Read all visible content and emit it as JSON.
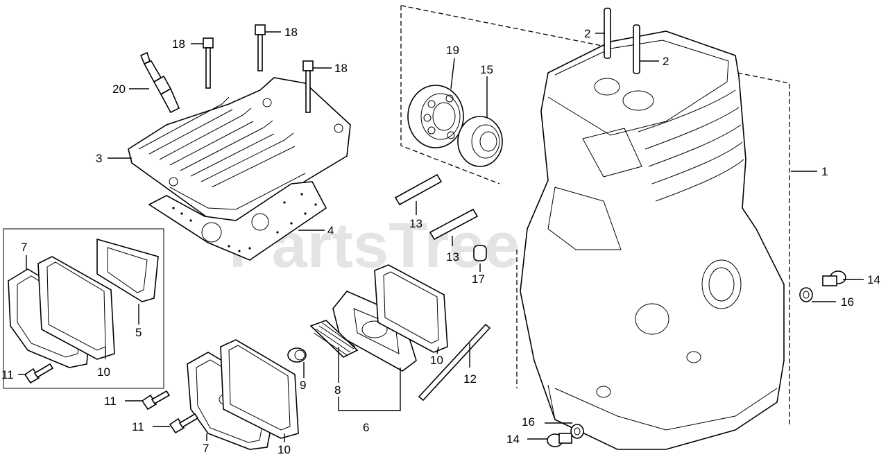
{
  "watermark": "PartsTree",
  "callouts": {
    "c1": "1",
    "c2a": "2",
    "c2b": "2",
    "c3": "3",
    "c4": "4",
    "c5": "5",
    "c6": "6",
    "c7a": "7",
    "c7b": "7",
    "c8": "8",
    "c9": "9",
    "c10a": "10",
    "c10b": "10",
    "c10c": "10",
    "c11a": "11",
    "c11b": "11",
    "c11c": "11",
    "c12": "12",
    "c13a": "13",
    "c13b": "13",
    "c14a": "14",
    "c14b": "14",
    "c15": "15",
    "c16a": "16",
    "c16b": "16",
    "c17": "17",
    "c18a": "18",
    "c18b": "18",
    "c18c": "18",
    "c19": "19",
    "c20": "20"
  }
}
